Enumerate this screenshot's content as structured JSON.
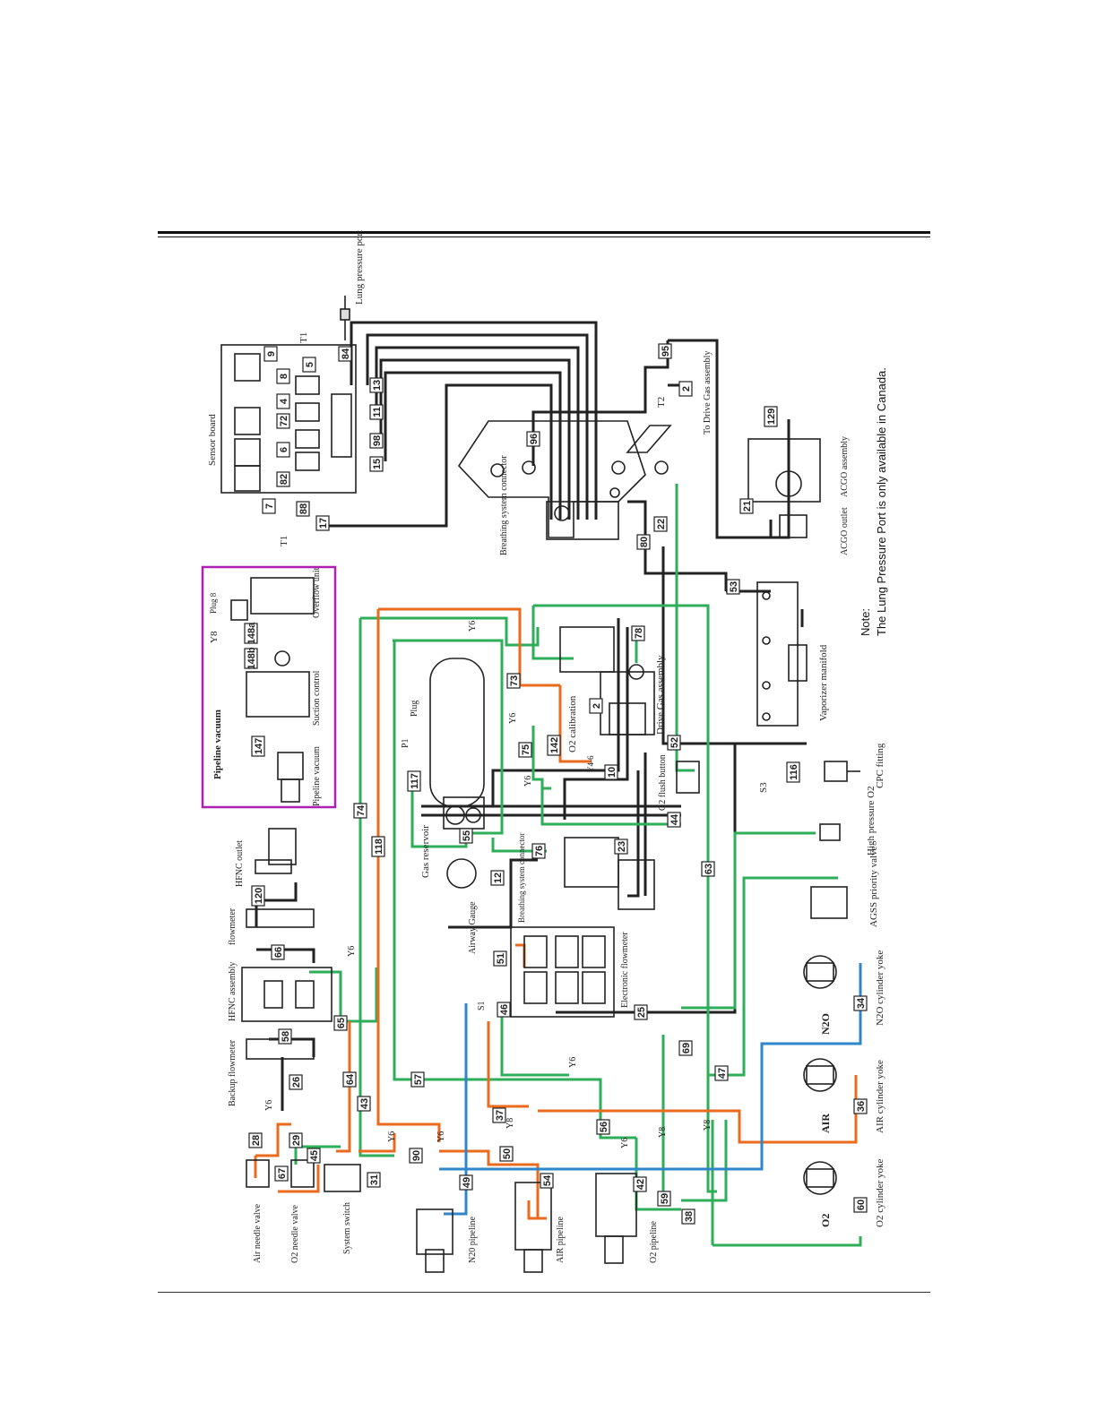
{
  "colors": {
    "black_line": "#222222",
    "green_line": "#2fae5a",
    "orange_line": "#ea6a1e",
    "blue_line": "#2f86c8",
    "vacuum_frame": "#b01fb3"
  },
  "labels": {
    "sensor_board": "Sensor board",
    "lung_pressure_port": "Lung pressure port",
    "t1_top": "T1",
    "t1_bottom": "T1",
    "t2": "T2",
    "to_drive_gas": "To Drive Gas assembly",
    "breathing_connector": "Breathing system connector",
    "acgo_assembly": "ACGO assembly",
    "acgo_outlet": "ACGO outlet",
    "note_title": "Note:",
    "note_text": "The Lung Pressure Port is only available in Canada.",
    "vaporizer_manifold": "Vaporizer manifold",
    "cpc_fitting": "CPC fitting",
    "s3": "S3",
    "high_pressure_o2": "High pressure O2",
    "agss_priority": "AGSS priority valve",
    "n2o_yoke": "N2O cylinder yoke",
    "air_yoke": "AIR cylinder yoke",
    "o2_yoke": "O2 cylinder yoke",
    "n2o_mark": "N2O",
    "air_mark": "AIR",
    "o2_mark": "O2",
    "pipeline_vacuum_title": "Pipeline vacuum",
    "plug_8": "Plug 8",
    "y8_vac": "Y8",
    "overflow_unit": "Overflow unit",
    "suction_control": "Suction control",
    "pipeline_vacuum": "Pipeline vacuum",
    "hfnc_outlet": "HFNC outlet",
    "flowmeter": "flowmeter",
    "hfnc_assembly": "HFNC assembly",
    "backup_flowmeter": "Backup flowmeter",
    "air_needle": "Air needle valve",
    "o2_needle": "O2 needle valve",
    "system_switch": "System switch",
    "n2o_pipeline": "N20 pipeline",
    "air_pipeline": "AIR pipeline",
    "o2_pipeline": "O2 pipeline",
    "gas_reservoir": "Gas reservoir",
    "plug": "Plug",
    "p1": "P1",
    "o2_calibration": "O2 calibration",
    "drive_gas_assembly": "Drive Gas assembly",
    "o2_flush": "O2 flush button",
    "airway_gauge": "Airway Gauge",
    "breathing_connector2": "Breathing system connector",
    "electronic_flowmeter": "Electronic flowmeter",
    "s1": "S1",
    "y46": "Y4-6"
  },
  "fittings": [
    "Y6",
    "Y6",
    "Y6",
    "Y6",
    "Y6",
    "Y6",
    "Y6",
    "Y6",
    "Y6",
    "Y8",
    "Y8",
    "Y8"
  ],
  "numbers": [
    "9",
    "8",
    "5",
    "84",
    "13",
    "4",
    "72",
    "6",
    "82",
    "11",
    "98",
    "15",
    "7",
    "88",
    "17",
    "95",
    "2",
    "96",
    "22",
    "80",
    "129",
    "21",
    "53",
    "148a",
    "148b",
    "147",
    "78",
    "73",
    "75",
    "142",
    "2",
    "10",
    "52",
    "117",
    "55",
    "74",
    "118",
    "44",
    "116",
    "76",
    "23",
    "12",
    "63",
    "120",
    "66",
    "65",
    "58",
    "51",
    "46",
    "25",
    "69",
    "47",
    "57",
    "26",
    "64",
    "43",
    "37",
    "28",
    "29",
    "45",
    "67",
    "90",
    "50",
    "56",
    "36",
    "31",
    "49",
    "54",
    "42",
    "59",
    "38",
    "60",
    "34"
  ]
}
